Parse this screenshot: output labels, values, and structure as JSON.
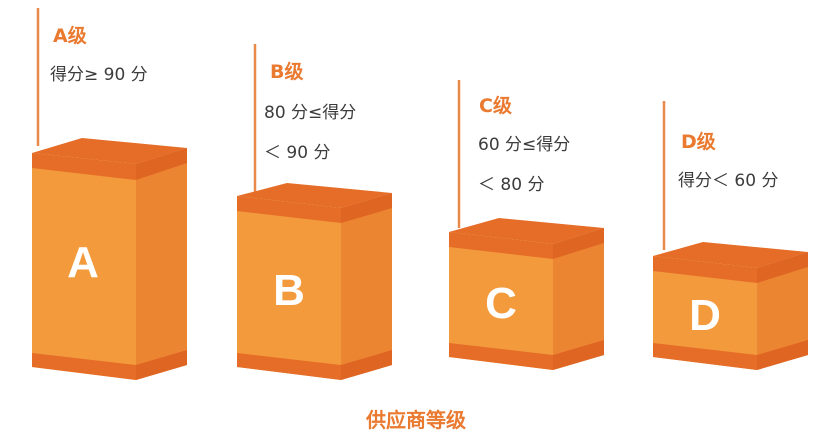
{
  "caption": "供应商等级",
  "colors": {
    "front": "#f39a3c",
    "side": "#e97a30",
    "top": "#e56d28",
    "band": "#e56d28",
    "stem": "#e98a4a",
    "label": "#e97a30",
    "text": "#3c3c3c"
  },
  "levels": [
    {
      "letter": "A",
      "label": "A级",
      "criteria": [
        "得分≥ 90 分"
      ]
    },
    {
      "letter": "B",
      "label": "B级",
      "criteria": [
        "80 分≤得分",
        "＜ 90 分"
      ]
    },
    {
      "letter": "C",
      "label": "C级",
      "criteria": [
        "60 分≤得分",
        "＜ 80 分"
      ]
    },
    {
      "letter": "D",
      "label": "D级",
      "criteria": [
        "得分＜ 60 分"
      ]
    }
  ]
}
